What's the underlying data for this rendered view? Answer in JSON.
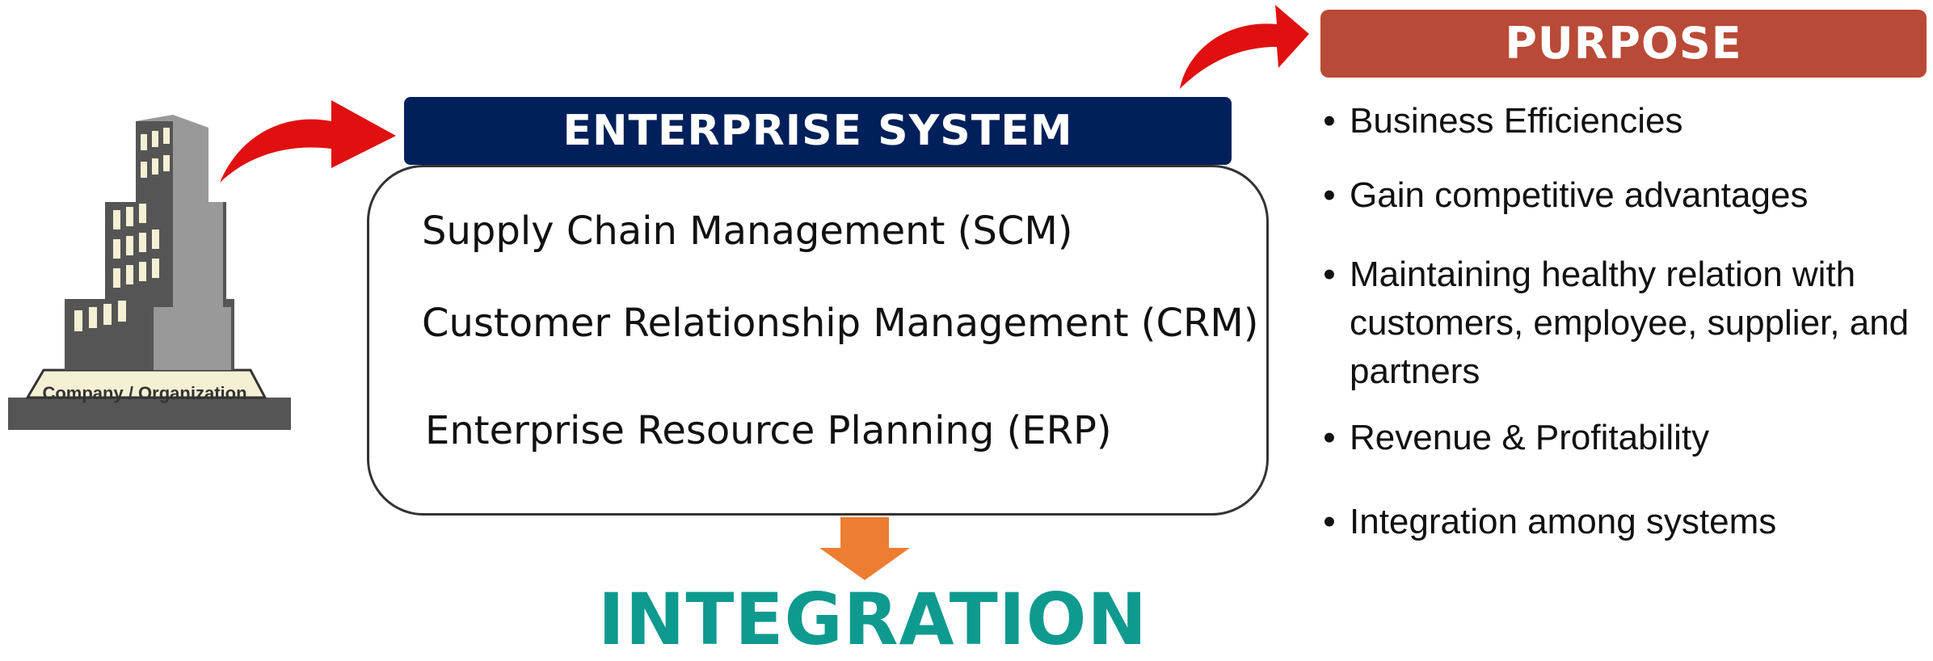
{
  "organization": {
    "label": "Company / Organization"
  },
  "enterprise_system": {
    "title": "ENTERPRISE SYSTEM",
    "items": [
      "Supply Chain Management (SCM)",
      "Customer Relationship Management (CRM)",
      "Enterprise Resource Planning (ERP)"
    ]
  },
  "integration": {
    "label": "INTEGRATION"
  },
  "purpose": {
    "title": "PURPOSE",
    "items": [
      "Business Efficiencies",
      "Gain competitive advantages",
      "Maintaining healthy relation with customers, employee, supplier, and partners",
      "Revenue & Profitability",
      "Integration among systems"
    ]
  },
  "colors": {
    "enterprise_header": "#00205b",
    "purpose_header": "#b94a37",
    "integration_text": "#0f9a8f",
    "arrow_red": "#e01010",
    "arrow_orange": "#ed7d31",
    "building_dark": "#555555",
    "building_light": "#999999"
  }
}
